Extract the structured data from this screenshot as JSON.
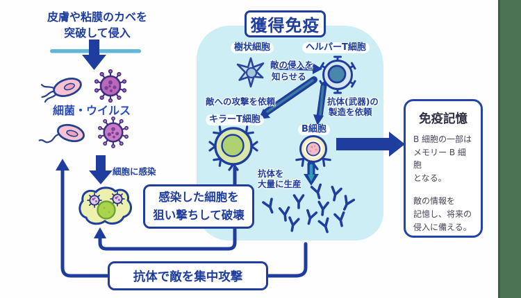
{
  "title": "獲得免疫",
  "invasion": {
    "line1": "皮膚や粘膜のカベを",
    "line2": "突破して侵入"
  },
  "pathogens_label": "細菌・ウイルス",
  "infect_label": "細胞に感染",
  "cells": {
    "dendritic": "樹状細胞",
    "helper_t": "ヘルパーT細胞",
    "killer_t": "キラーT細胞",
    "b_cell": "B細胞"
  },
  "annotations": {
    "notify_line1": "敵の侵入を",
    "notify_line2": "知らせる",
    "request_attack": "敵への攻撃を依頼",
    "request_antibody_line1": "抗体(武器)の",
    "request_antibody_line2": "製造を依頼",
    "produce_line1": "抗体を",
    "produce_line2": "大量に生産"
  },
  "boxes": {
    "destroy_line1": "感染した細胞を",
    "destroy_line2": "狙い撃ちして破壊",
    "antibody_attack": "抗体で敵を集中攻撃"
  },
  "memory": {
    "title": "免疫記憶",
    "body1": "B 細胞の一部は\nメモリー B 細胞\nとなる。",
    "body2": "敵の情報を\n記憶し、将来の\n侵入に備える。"
  },
  "colors": {
    "navy": "#1e3d9e",
    "accent_blue": "#2a4ac0",
    "cyan_background": "#cdeef4",
    "skin_line": "#62b7d8",
    "virus_purple": "#ba68b8",
    "bacteria_pink": "#f7c3d2",
    "killer_green": "#aed172",
    "helper_blue": "#4a87ad",
    "bcell_pink": "#f3bcc7",
    "infected_yellow": "#eef0b0",
    "teal_core": "#3a7d9e",
    "page_band_green": "#4d7355"
  }
}
